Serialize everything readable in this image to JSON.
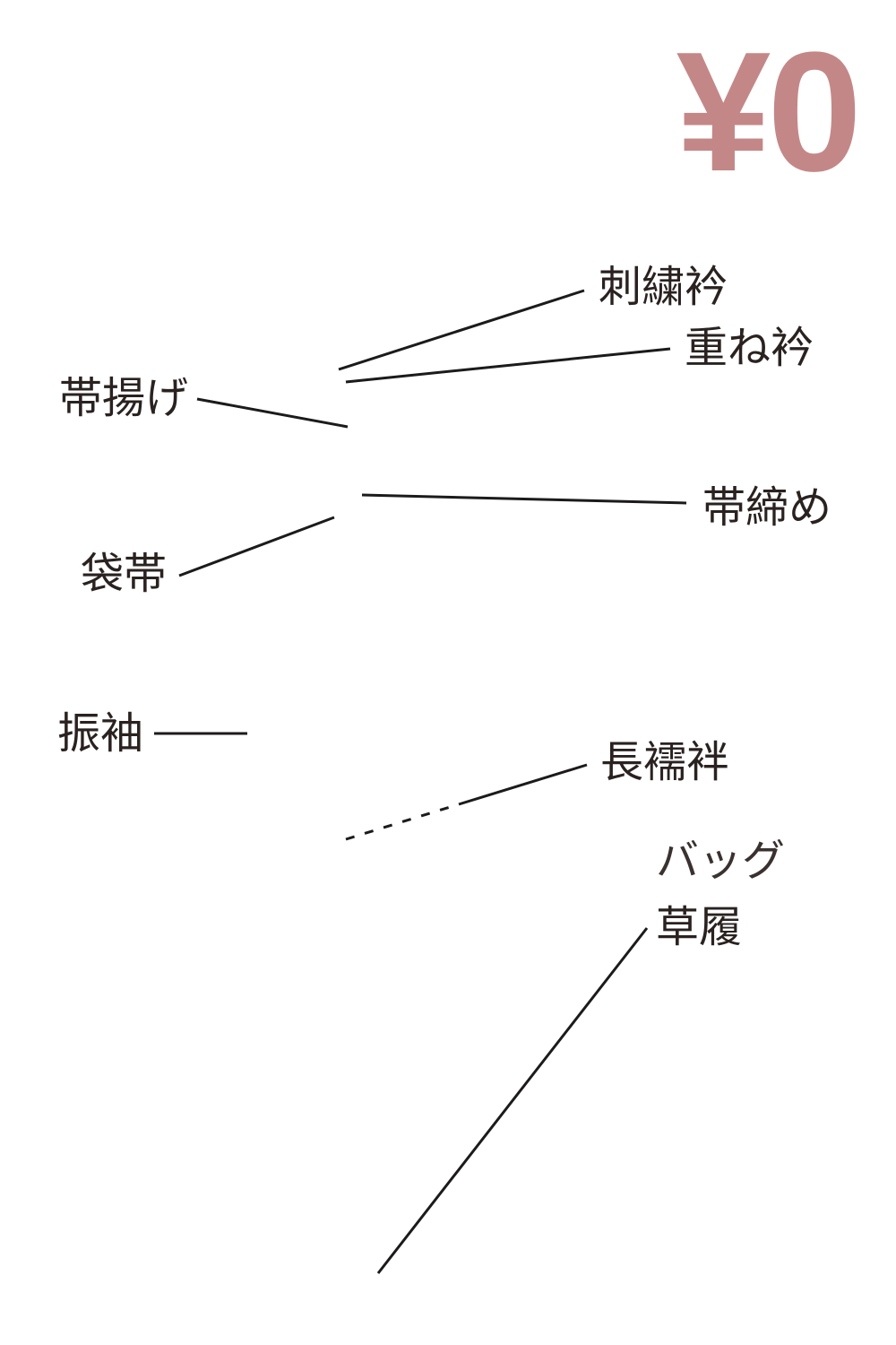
{
  "price": {
    "text": "¥0",
    "color": "#c48787"
  },
  "labels": {
    "shishu_eri": "刺繍衿",
    "kasane_eri": "重ね衿",
    "obiage": "帯揚げ",
    "obijime": "帯締め",
    "fukuro_obi": "袋帯",
    "furisode": "振袖",
    "nagajuban": "長襦袢",
    "bag": "バッグ",
    "zori": "草履"
  },
  "colors": {
    "text": "#2a2220",
    "line": "#1c1a1a"
  }
}
